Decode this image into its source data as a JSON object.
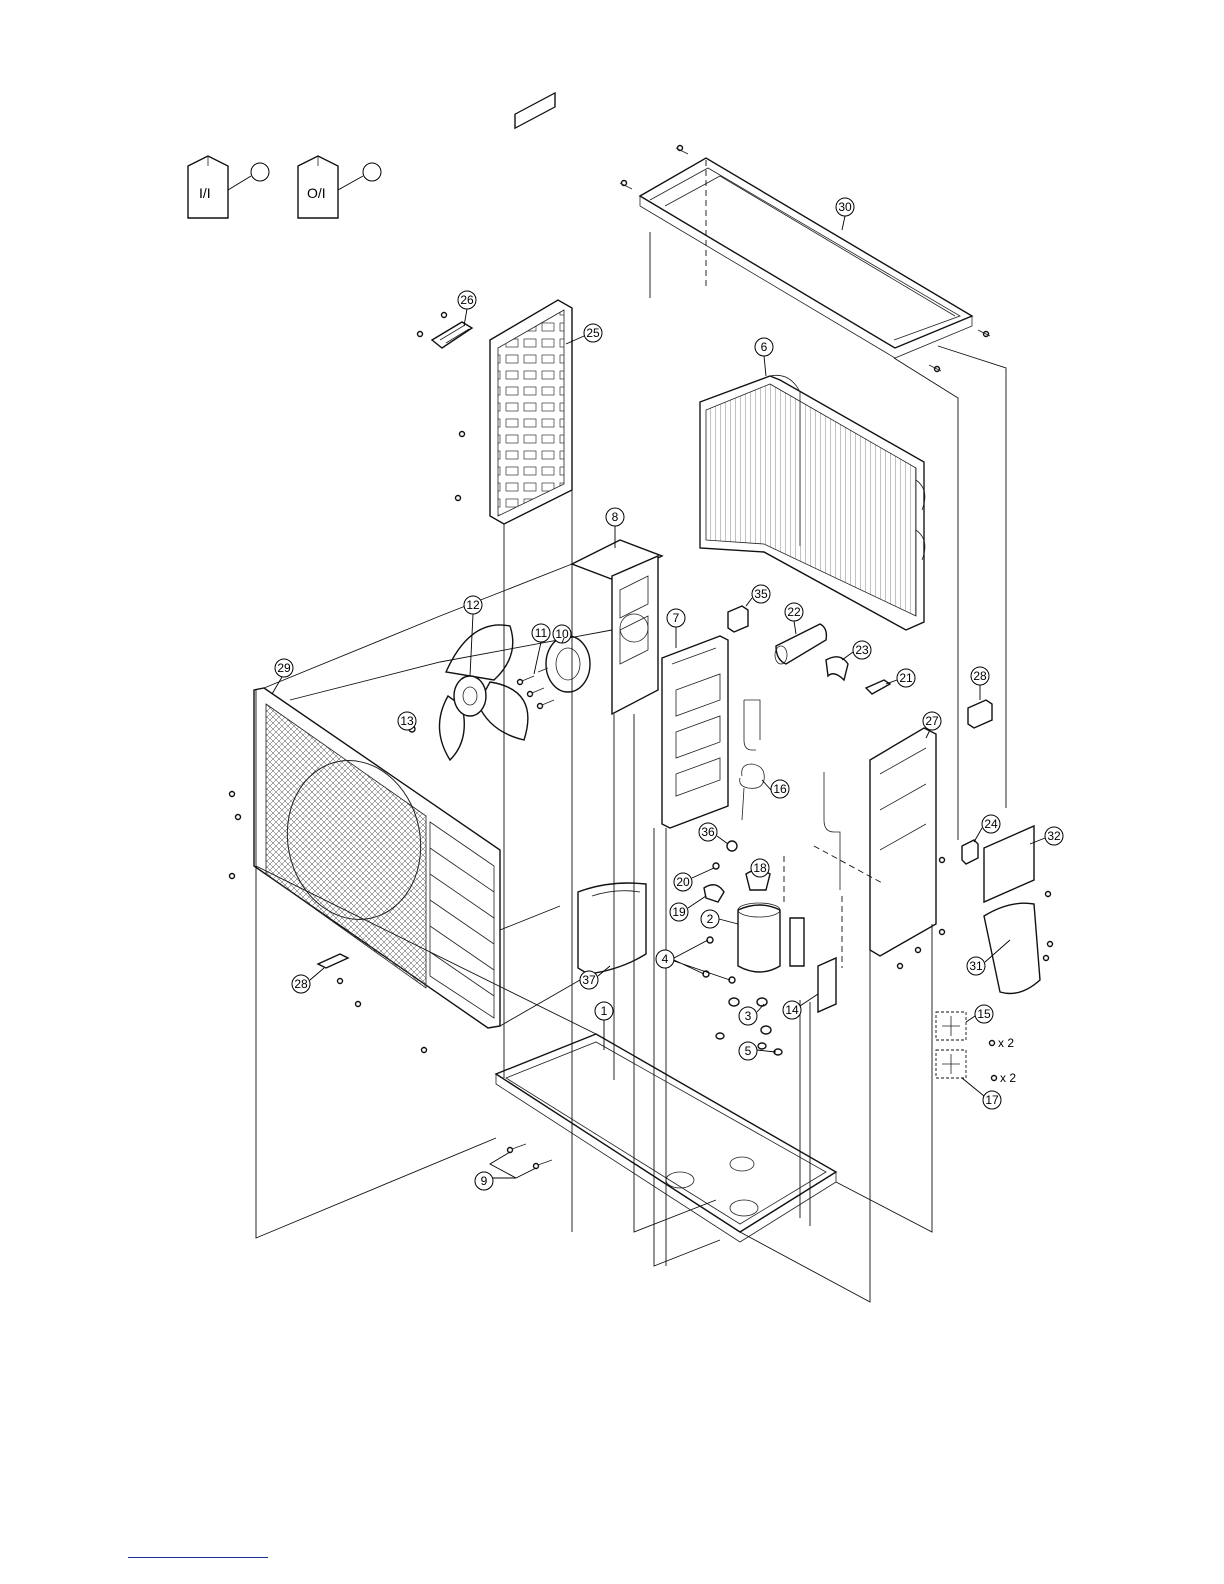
{
  "booklets": [
    {
      "id": "34",
      "label": "I/I"
    },
    {
      "id": "33",
      "label": "O/I"
    }
  ],
  "callouts": {
    "c1": "1",
    "c2": "2",
    "c3": "3",
    "c4": "4",
    "c5": "5",
    "c6": "6",
    "c7": "7",
    "c8": "8",
    "c9": "9",
    "c10": "10",
    "c11": "11",
    "c12": "12",
    "c13": "13",
    "c14": "14",
    "c15": "15",
    "c16": "16",
    "c17": "17",
    "c18": "18",
    "c19": "19",
    "c20": "20",
    "c21": "21",
    "c22": "22",
    "c23": "23",
    "c24": "24",
    "c25": "25",
    "c26": "26",
    "c27": "27",
    "c28a": "28",
    "c28b": "28",
    "c29": "29",
    "c30": "30",
    "c31": "31",
    "c32": "32",
    "c35": "35",
    "c36": "36",
    "c37": "37"
  },
  "quantity_notes": {
    "q15": "x 2",
    "q17": "x 2"
  },
  "colors": {
    "ink": "#111111",
    "paper": "#ffffff",
    "footer_rule": "#1a33a0"
  }
}
